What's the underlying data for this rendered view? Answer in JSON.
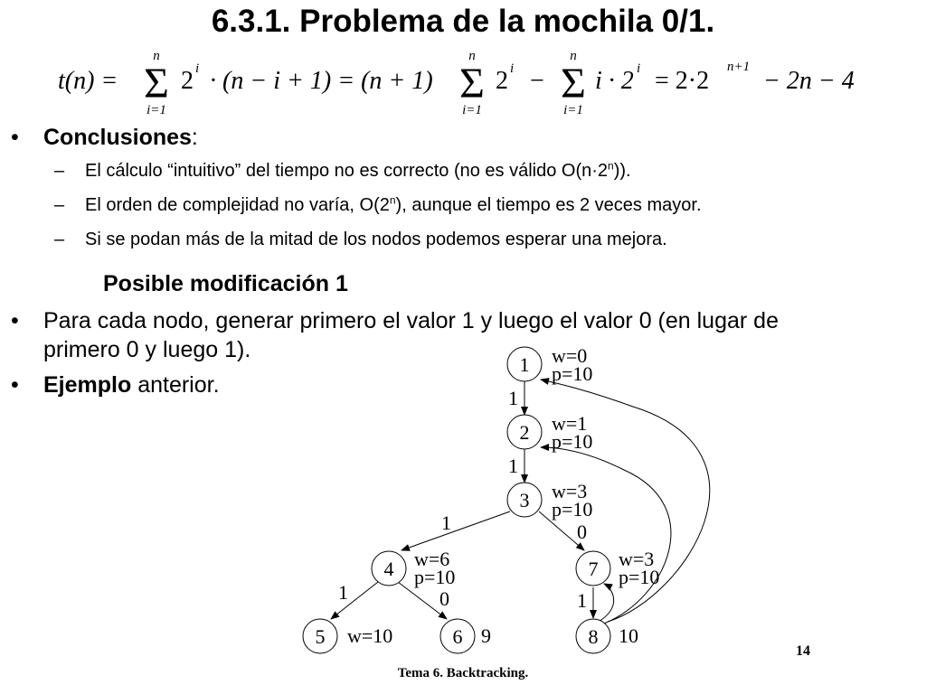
{
  "title": "6.3.1. Problema de la mochila 0/1.",
  "formula": {
    "lhs": "t(n) =",
    "sum_upper": "n",
    "sum_lower": "i=1",
    "term1": "2",
    "term1_exp": "i",
    "term1_rest": "· (n − i + 1) = (n + 1)",
    "term2": "2",
    "term2_exp": "i",
    "minus": "−",
    "term3": "i · 2",
    "term3_exp": "i",
    "equals": "= 2·2",
    "result_exp": "n+1",
    "result_rest": "− 2n − 4"
  },
  "conclusions": {
    "bullet": "•",
    "heading": "Conclusiones",
    "colon": ":",
    "items": [
      {
        "dash": "–",
        "text_a": "El cálculo “intuitivo” del tiempo no es correcto (no es válido O(n·2",
        "sup": "n",
        "text_b": "))."
      },
      {
        "dash": "–",
        "text_a": "El orden de complejidad no varía, O(2",
        "sup": "n",
        "text_b": "), aunque el tiempo es 2 veces mayor."
      },
      {
        "dash": "–",
        "text_a": "Si se podan más de la mitad de los nodos podemos esperar una mejora.",
        "sup": "",
        "text_b": ""
      }
    ]
  },
  "modification": {
    "heading": "Posible modificación 1",
    "bullet1": "Para cada nodo, generar primero el valor 1 y luego el valor 0 (en lugar de",
    "bullet1_cont": "primero 0 y luego 1).",
    "bullet2_bold": "Ejemplo",
    "bullet2_rest": " anterior."
  },
  "tree": {
    "nodes": [
      {
        "id": "1",
        "label_w": "w=0",
        "label_p": "p=10"
      },
      {
        "id": "2",
        "label_w": "w=1",
        "label_p": "p=10"
      },
      {
        "id": "3",
        "label_w": "w=3",
        "label_p": "p=10"
      },
      {
        "id": "4",
        "label_w": "w=6",
        "label_p": "p=10"
      },
      {
        "id": "7",
        "label_w": "w=3",
        "label_p": "p=10"
      },
      {
        "id": "5",
        "label_w": "w=10",
        "label_p": ""
      },
      {
        "id": "6",
        "label_w": "9",
        "label_p": ""
      },
      {
        "id": "8",
        "label_w": "10",
        "label_p": ""
      }
    ],
    "edge_labels": {
      "e12": "1",
      "e23": "1",
      "e34": "1",
      "e37": "0",
      "e45": "1",
      "e46": "0",
      "e78": "1"
    }
  },
  "page_number": "14",
  "footer": "Tema 6. Backtracking."
}
